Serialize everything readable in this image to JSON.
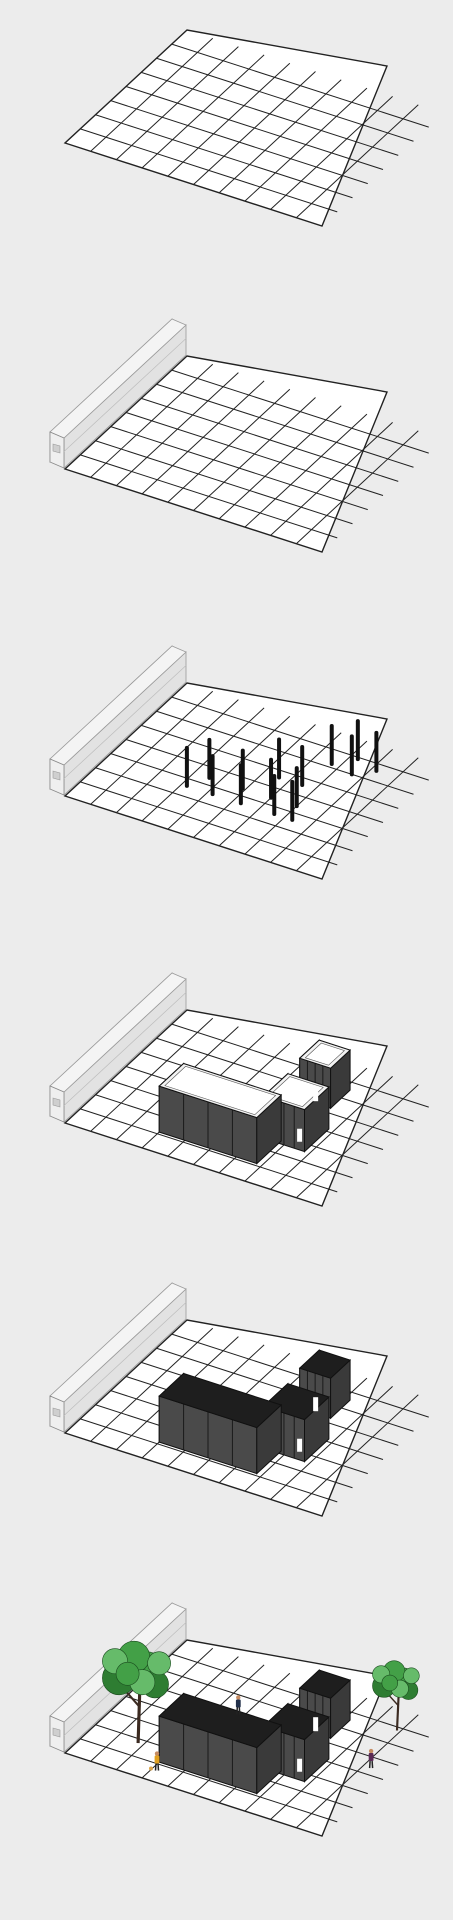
{
  "diagram": {
    "title": "",
    "background": "#ececec",
    "grid": {
      "columns": 10,
      "rows": 8
    },
    "colors": {
      "grid_fill": "#ffffff",
      "grid_stroke": "#222222",
      "wall_light": "#f4f4f4",
      "wall_mid": "#e2e2e2",
      "wall_shadow": "#cfcfcf",
      "column": "#111111",
      "building_dark": "#3a3a3a",
      "building_face": "#4a4a4a",
      "roof": "#1e1e1e",
      "tree_dark": "#2e7d32",
      "tree_mid": "#43a047",
      "tree_light": "#66bb6a",
      "trunk": "#3b2a20",
      "person_a": "#22304a",
      "person_b": "#5a2a55",
      "person_c": "#e0a020"
    },
    "stages": [
      {
        "name": "empty-site",
        "elements": [
          "grid"
        ]
      },
      {
        "name": "boundary-wall",
        "elements": [
          "grid",
          "wall"
        ]
      },
      {
        "name": "structural-columns",
        "elements": [
          "grid",
          "wall",
          "columns"
        ]
      },
      {
        "name": "enclosing-walls",
        "elements": [
          "grid",
          "wall",
          "building-open"
        ]
      },
      {
        "name": "roofed-building",
        "elements": [
          "grid",
          "wall",
          "building-roofed"
        ]
      },
      {
        "name": "landscaped-site",
        "elements": [
          "grid",
          "wall",
          "building-roofed",
          "trees",
          "people"
        ]
      }
    ]
  }
}
